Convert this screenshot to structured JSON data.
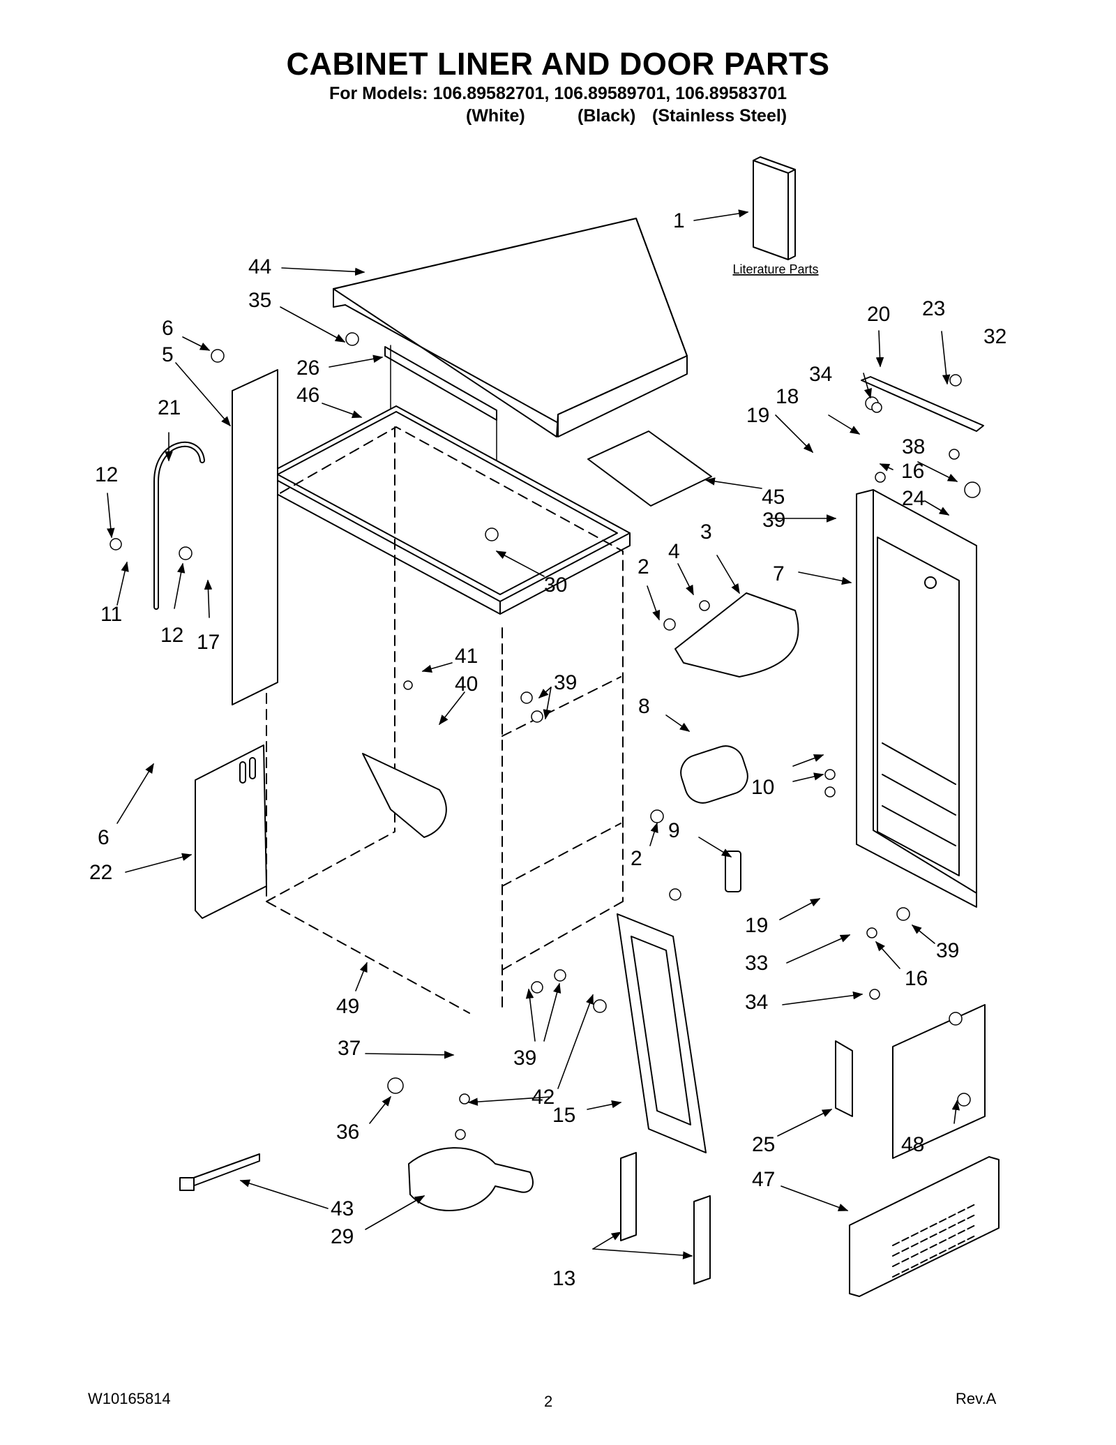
{
  "header": {
    "title": "CABINET LINER AND DOOR PARTS",
    "models_line": "For Models: 106.89582701, 106.89589701, 106.89583701",
    "variants": [
      "(White)",
      "(Black)",
      "(Stainless Steel)"
    ]
  },
  "diagram": {
    "literature_label": "Literature Parts",
    "callouts": [
      "1",
      "44",
      "35",
      "6",
      "5",
      "26",
      "46",
      "21",
      "12",
      "11",
      "12",
      "17",
      "30",
      "20",
      "23",
      "32",
      "34",
      "18",
      "19",
      "38",
      "16",
      "24",
      "45",
      "39",
      "2",
      "4",
      "3",
      "7",
      "41",
      "40",
      "39",
      "8",
      "10",
      "6",
      "22",
      "9",
      "2",
      "19",
      "33",
      "39",
      "16",
      "34",
      "49",
      "37",
      "39",
      "42",
      "36",
      "15",
      "25",
      "48",
      "47",
      "43",
      "29",
      "13"
    ]
  },
  "footer": {
    "doc_number": "W10165814",
    "page_number": "2",
    "revision": "Rev.A"
  }
}
